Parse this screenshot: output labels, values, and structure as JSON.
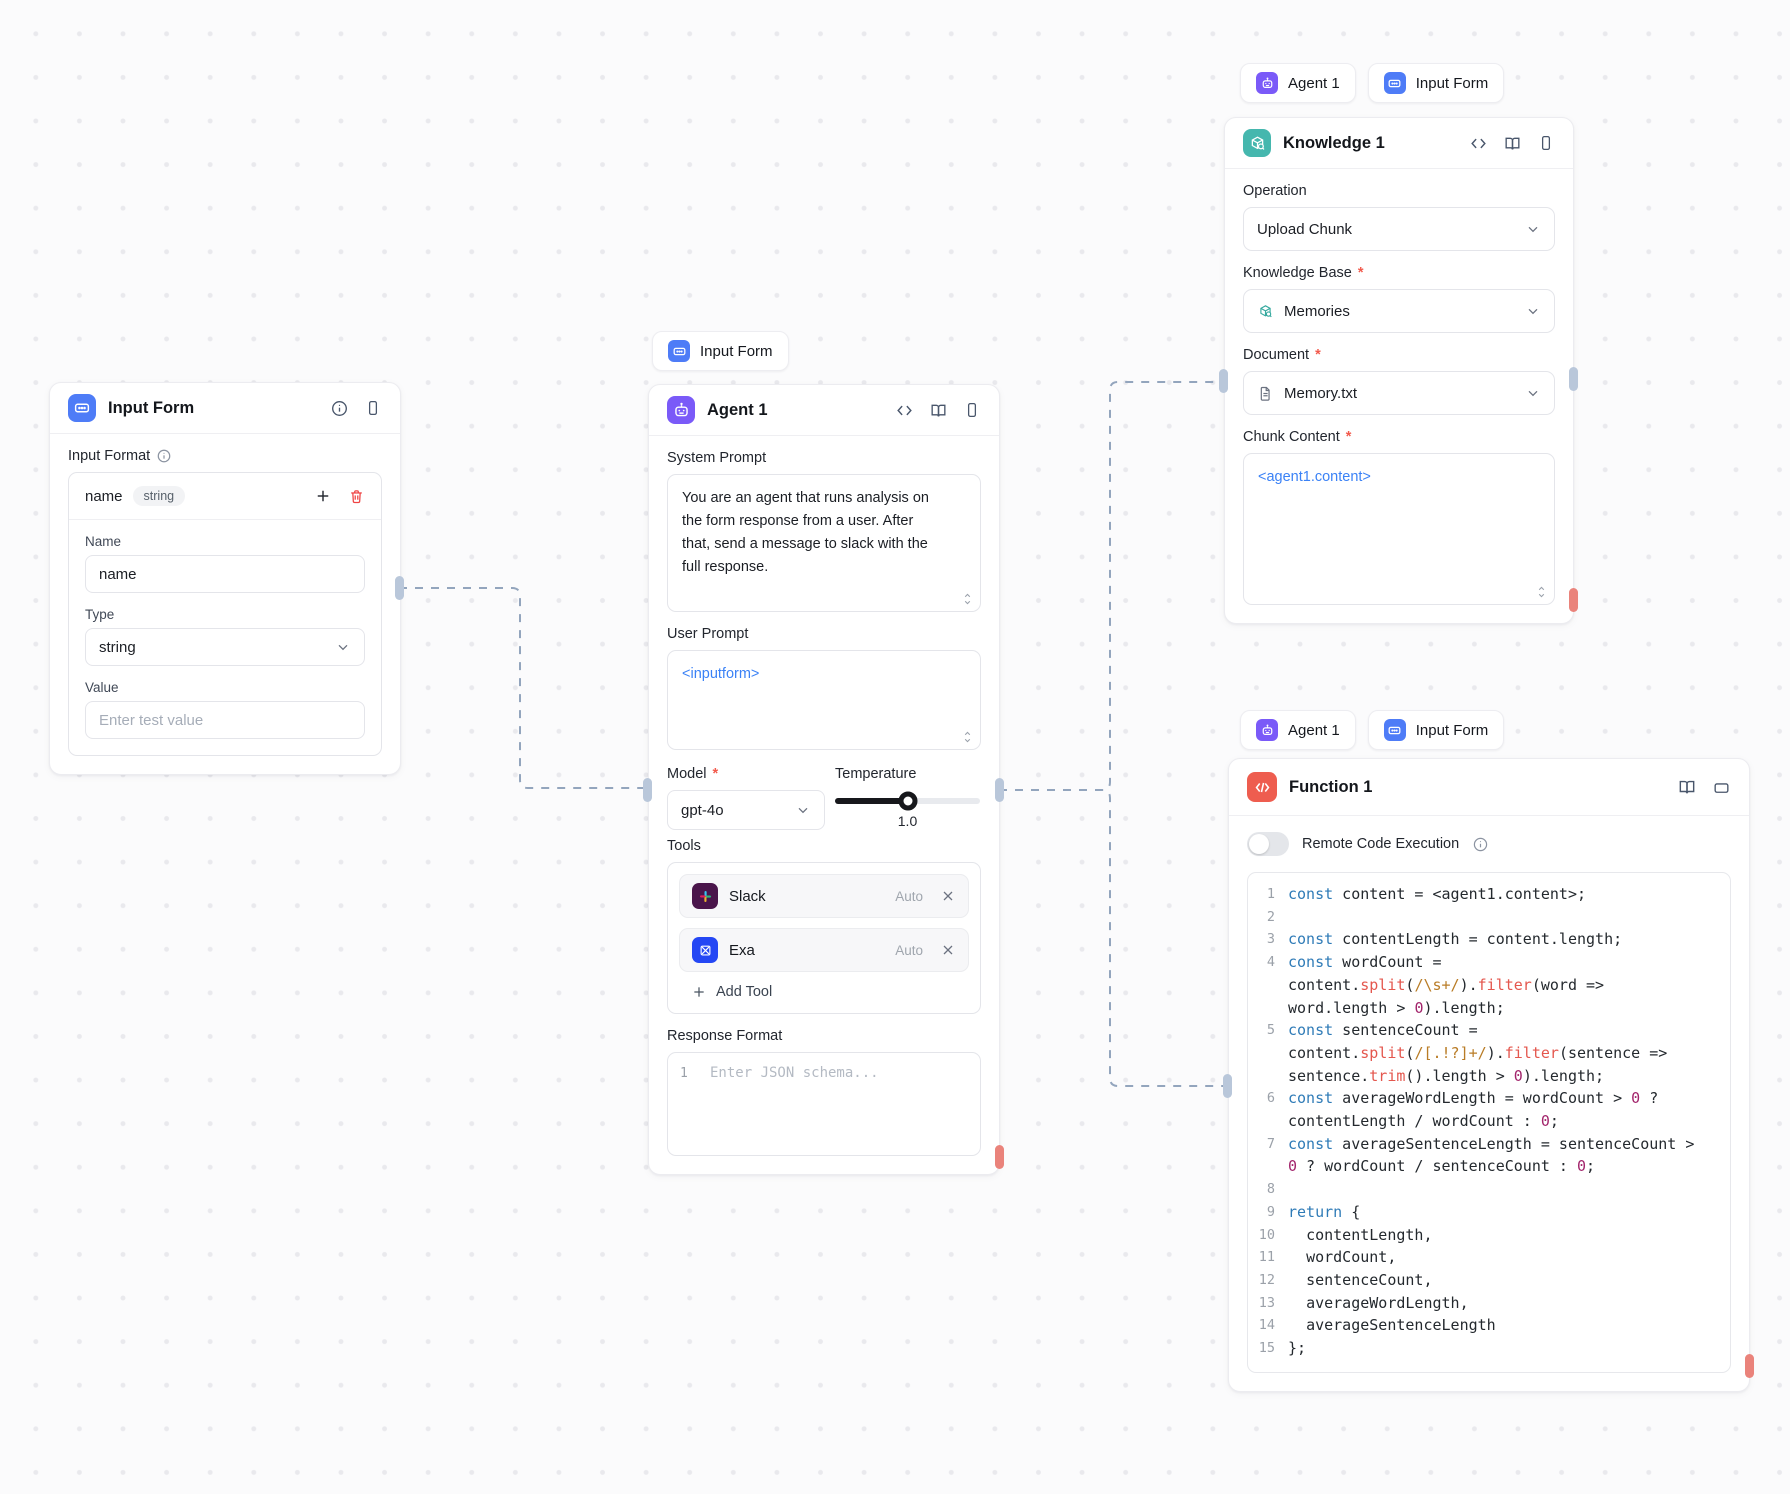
{
  "required_marker": "*",
  "colors": {
    "input_form_accent": "#4e7cf7",
    "agent_accent": "#7a5af8",
    "knowledge_accent": "#45b7ae",
    "function_accent": "#ee5d4f",
    "variable_token": "#3b82f6",
    "port": "#b9c7da",
    "port_alert": "#ea837b",
    "wire": "#93a5bd",
    "slack_brand": "#4a154b",
    "exa_brand": "#2547f4"
  },
  "chips": {
    "agent": [
      {
        "label": "Input Form"
      }
    ],
    "knowledge": [
      {
        "label": "Agent 1"
      },
      {
        "label": "Input Form"
      }
    ],
    "function": [
      {
        "label": "Agent 1"
      },
      {
        "label": "Input Form"
      }
    ]
  },
  "input_form": {
    "title": "Input Form",
    "input_format_label": "Input Format",
    "row_name": "name",
    "row_type_badge": "string",
    "name_label": "Name",
    "name_value": "name",
    "type_label": "Type",
    "type_value": "string",
    "value_label": "Value",
    "value_placeholder": "Enter test value"
  },
  "agent": {
    "title": "Agent 1",
    "system_prompt_label": "System Prompt",
    "system_prompt_lines": [
      "You are an agent that runs analysis on",
      "the form response from a user. After",
      "that, send a message to slack with the",
      "full response."
    ],
    "user_prompt_label": "User Prompt",
    "user_prompt_value": "<inputform>",
    "model_label": "Model",
    "model_value": "gpt-4o",
    "temperature_label": "Temperature",
    "temperature_value": "1.0",
    "tools_label": "Tools",
    "tools": [
      {
        "name": "Slack",
        "mode": "Auto"
      },
      {
        "name": "Exa",
        "mode": "Auto"
      }
    ],
    "add_tool_label": "Add Tool",
    "response_format_label": "Response Format",
    "response_line_number": "1",
    "response_placeholder": "Enter JSON schema..."
  },
  "knowledge": {
    "title": "Knowledge 1",
    "operation_label": "Operation",
    "operation_value": "Upload Chunk",
    "knowledge_base_label": "Knowledge Base",
    "knowledge_base_value": "Memories",
    "document_label": "Document",
    "document_value": "Memory.txt",
    "chunk_content_label": "Chunk Content",
    "chunk_content_value": "<agent1.content>"
  },
  "function_node": {
    "title": "Function 1",
    "remote_code_label": "Remote Code Execution",
    "toggle_on": false,
    "code_lines": [
      {
        "n": "1",
        "t": [
          [
            "const",
            "kw"
          ],
          [
            " content = <agent1.content>;",
            "pl"
          ]
        ]
      },
      {
        "n": "2",
        "t": []
      },
      {
        "n": "3",
        "t": [
          [
            "const",
            "kw"
          ],
          [
            " contentLength = content.length;",
            "pl"
          ]
        ]
      },
      {
        "n": "4",
        "t": [
          [
            "const",
            "kw"
          ],
          [
            " wordCount = content.",
            "pl"
          ],
          [
            "split",
            "fn"
          ],
          [
            "(",
            "pl"
          ],
          [
            "/\\s+/",
            "rx"
          ],
          [
            ").",
            "pl"
          ],
          [
            "filter",
            "fn"
          ],
          [
            "(word => word.length > ",
            "pl"
          ],
          [
            "0",
            "num"
          ],
          [
            ").length;",
            "pl"
          ]
        ]
      },
      {
        "n": "5",
        "t": [
          [
            "const",
            "kw"
          ],
          [
            " sentenceCount = content.",
            "pl"
          ],
          [
            "split",
            "fn"
          ],
          [
            "(",
            "pl"
          ],
          [
            "/[.!?]+/",
            "rx"
          ],
          [
            ").",
            "pl"
          ],
          [
            "filter",
            "fn"
          ],
          [
            "(sentence => sentence.",
            "pl"
          ],
          [
            "trim",
            "fn"
          ],
          [
            "().length > ",
            "pl"
          ],
          [
            "0",
            "num"
          ],
          [
            ").length;",
            "pl"
          ]
        ]
      },
      {
        "n": "6",
        "t": [
          [
            "const",
            "kw"
          ],
          [
            " averageWordLength = wordCount > ",
            "pl"
          ],
          [
            "0",
            "num"
          ],
          [
            " ? contentLength / wordCount : ",
            "pl"
          ],
          [
            "0",
            "num"
          ],
          [
            ";",
            "pl"
          ]
        ]
      },
      {
        "n": "7",
        "t": [
          [
            "const",
            "kw"
          ],
          [
            " averageSentenceLength = sentenceCount > ",
            "pl"
          ],
          [
            "0",
            "num"
          ],
          [
            " ? wordCount / sentenceCount : ",
            "pl"
          ],
          [
            "0",
            "num"
          ],
          [
            ";",
            "pl"
          ]
        ]
      },
      {
        "n": "8",
        "t": []
      },
      {
        "n": "9",
        "t": [
          [
            "return",
            "kw"
          ],
          [
            " {",
            "pl"
          ]
        ]
      },
      {
        "n": "10",
        "t": [
          [
            "  contentLength,",
            "pl"
          ]
        ]
      },
      {
        "n": "11",
        "t": [
          [
            "  wordCount,",
            "pl"
          ]
        ]
      },
      {
        "n": "12",
        "t": [
          [
            "  sentenceCount,",
            "pl"
          ]
        ]
      },
      {
        "n": "13",
        "t": [
          [
            "  averageWordLength,",
            "pl"
          ]
        ]
      },
      {
        "n": "14",
        "t": [
          [
            "  averageSentenceLength",
            "pl"
          ]
        ]
      },
      {
        "n": "15",
        "t": [
          [
            "};",
            "pl"
          ]
        ]
      }
    ]
  }
}
